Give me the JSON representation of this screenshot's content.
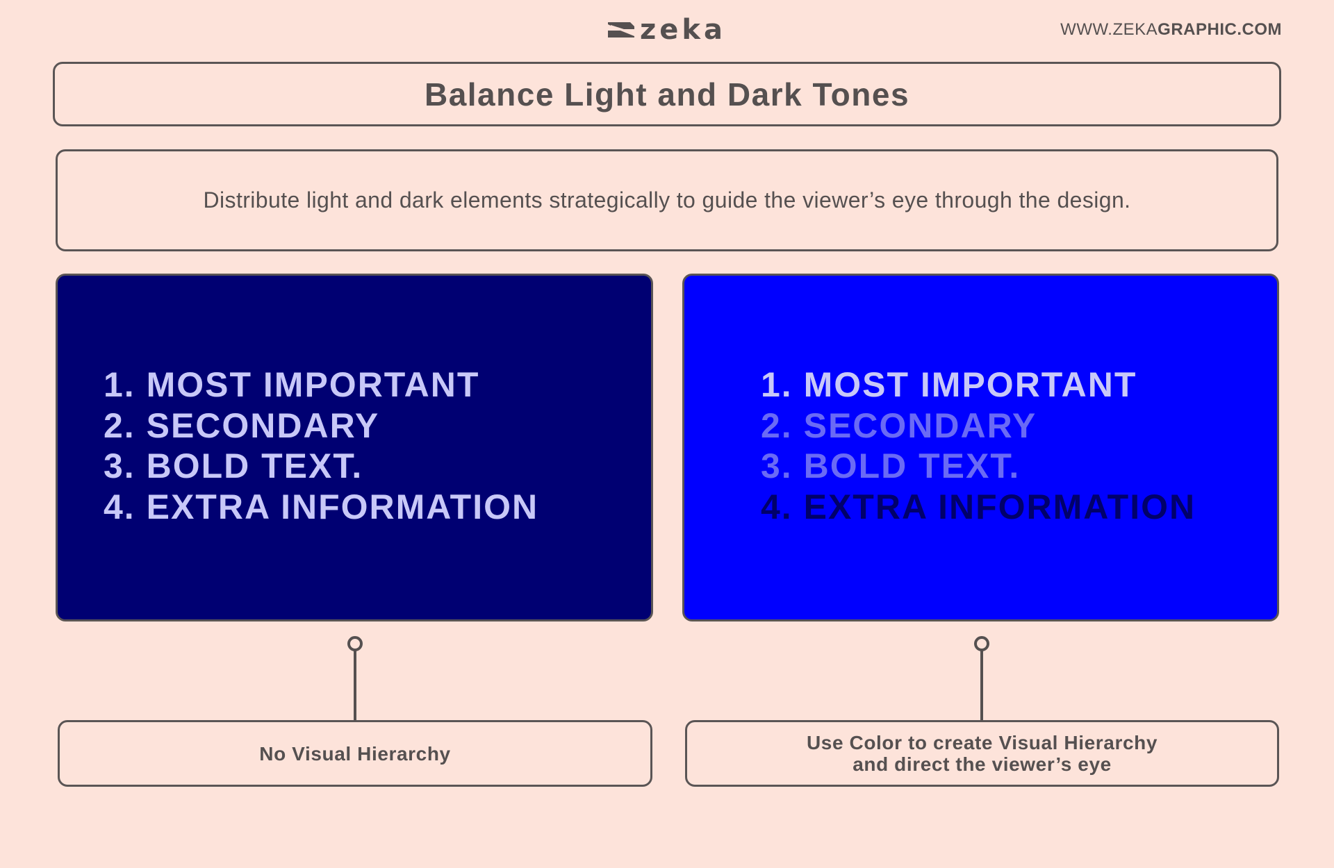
{
  "header": {
    "logo_text": "zeka",
    "url_prefix": "WWW.ZEKA",
    "url_bold": "GRAPHIC.COM"
  },
  "title": "Balance Light and Dark Tones",
  "description": "Distribute light and dark elements strategically to guide the viewer’s eye through the design.",
  "colors": {
    "background": "#fde3da",
    "outline": "#555050",
    "left_panel_bg": "#000072",
    "right_panel_bg": "#0000ff",
    "text_light": "#c8c8f8",
    "text_mid": "#6a6af5",
    "text_dark": "#00006a"
  },
  "panels": {
    "left": {
      "items": [
        {
          "label": "1. MOST IMPORTANT",
          "color": "#c8c8f8"
        },
        {
          "label": "2. SECONDARY",
          "color": "#c8c8f8"
        },
        {
          "label": "3. BOLD TEXT.",
          "color": "#c8c8f8"
        },
        {
          "label": "4. EXTRA INFORMATION",
          "color": "#c8c8f8"
        }
      ],
      "caption": "No Visual Hierarchy"
    },
    "right": {
      "items": [
        {
          "label": "1. MOST IMPORTANT",
          "color": "#c8c8f8"
        },
        {
          "label": "2. SECONDARY",
          "color": "#6a6af5"
        },
        {
          "label": "3. BOLD TEXT.",
          "color": "#6a6af5"
        },
        {
          "label": "4. EXTRA INFORMATION",
          "color": "#00006a"
        }
      ],
      "caption_line1": "Use Color to create Visual Hierarchy",
      "caption_line2": "and direct the viewer’s eye"
    }
  }
}
